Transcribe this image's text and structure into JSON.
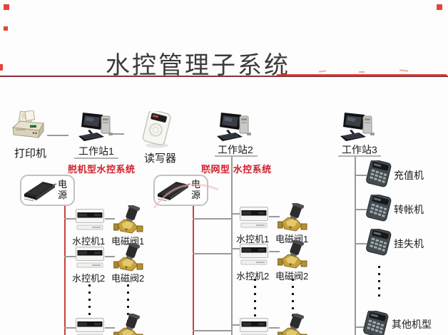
{
  "title": "水控管理子系统",
  "row1": {
    "printer": "打印机",
    "workstation1": "工作站1",
    "reader": "读写器",
    "workstation2": "工作站2",
    "workstation3": "工作站3"
  },
  "systems": {
    "offline": "脱机型水控系统",
    "online": "联网型 水控系统"
  },
  "power": {
    "label": "电源"
  },
  "offline_branch": {
    "devices": [
      {
        "controller": "水控机1",
        "valve": "电磁阀1"
      },
      {
        "controller": "水控机2",
        "valve": "电磁阀2"
      }
    ]
  },
  "online_branch": {
    "devices": [
      {
        "controller": "水控机1",
        "valve": "电磁阀1"
      },
      {
        "controller": "水控机2",
        "valve": "电磁阀2"
      }
    ]
  },
  "terminal_branch": {
    "terminals": [
      "充值机",
      "转帐机",
      "挂失机",
      "其他机型"
    ]
  },
  "icons": [
    "printer-icon",
    "workstation-icon",
    "card-reader-icon",
    "power-adapter-icon",
    "water-controller-icon",
    "solenoid-valve-icon",
    "pos-terminal-icon"
  ],
  "colors": {
    "title_text": "#3c3a3a",
    "maroon_rule": "#8c3038",
    "accent_red": "#d0202c",
    "power_line_red": "#c8403a",
    "connector_gray": "#9a9a9a",
    "valve_brass": "#c7a23b"
  }
}
